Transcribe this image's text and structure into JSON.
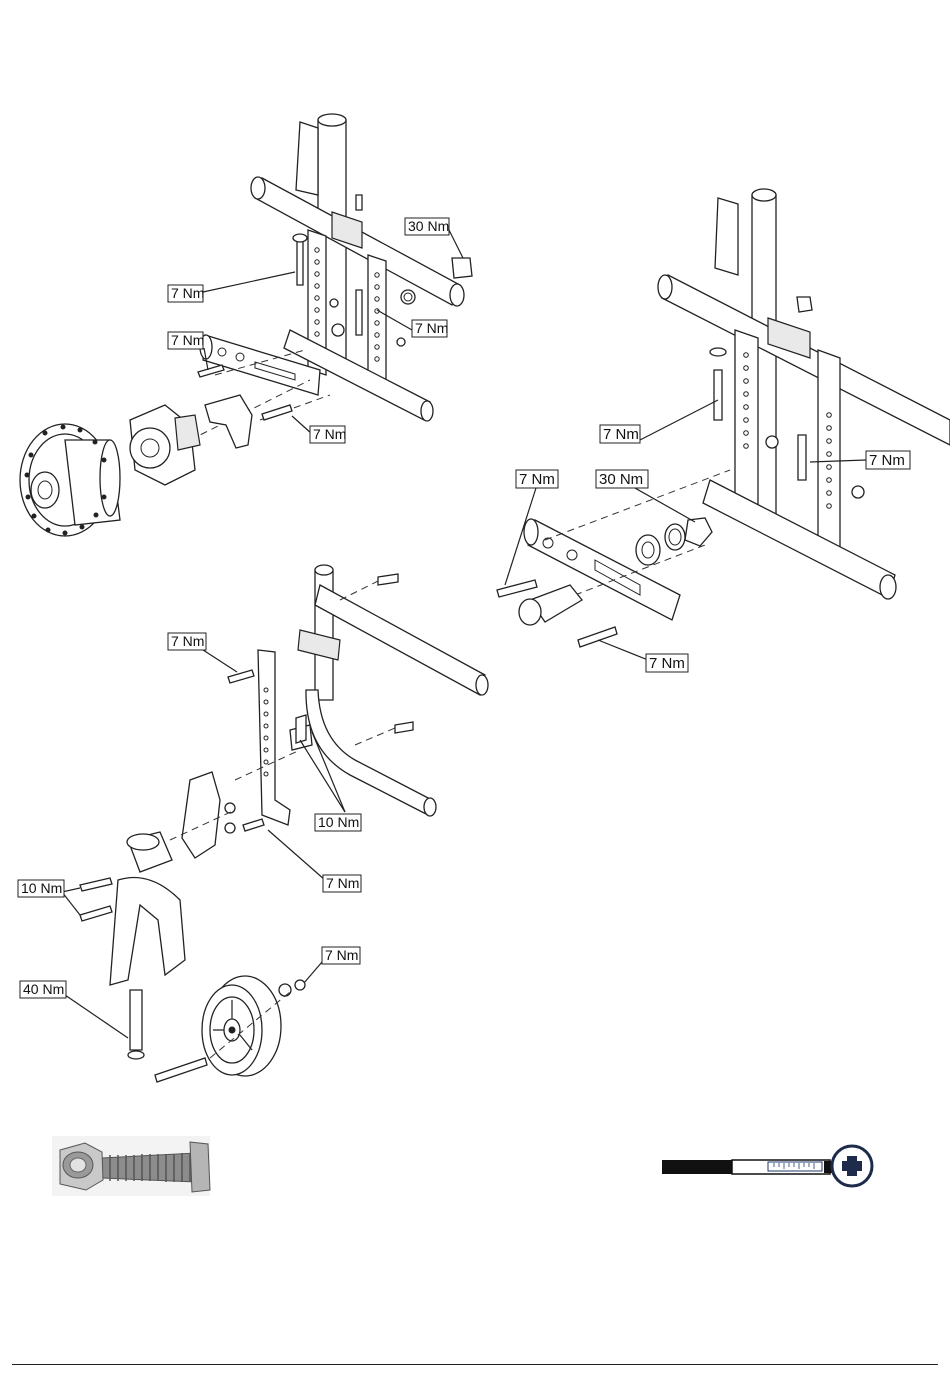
{
  "diagram_1": {
    "labels": [
      "30 Nm",
      "7 Nm",
      "7 Nm",
      "7 Nm",
      "7 Nm"
    ]
  },
  "diagram_2": {
    "labels": [
      "7 Nm",
      "7 Nm",
      "7 Nm",
      "30 Nm",
      "7 Nm"
    ]
  },
  "diagram_3": {
    "labels": [
      "7 Nm",
      "10 Nm",
      "7 Nm",
      "10 Nm",
      "7 Nm",
      "40 Nm"
    ]
  },
  "icons": {
    "bolt_photo": "nut-and-bolt-icon",
    "torque_wrench": "torque-wrench-icon"
  },
  "colors": {
    "line": "#222222",
    "wrench_handle": "#111111"
  }
}
